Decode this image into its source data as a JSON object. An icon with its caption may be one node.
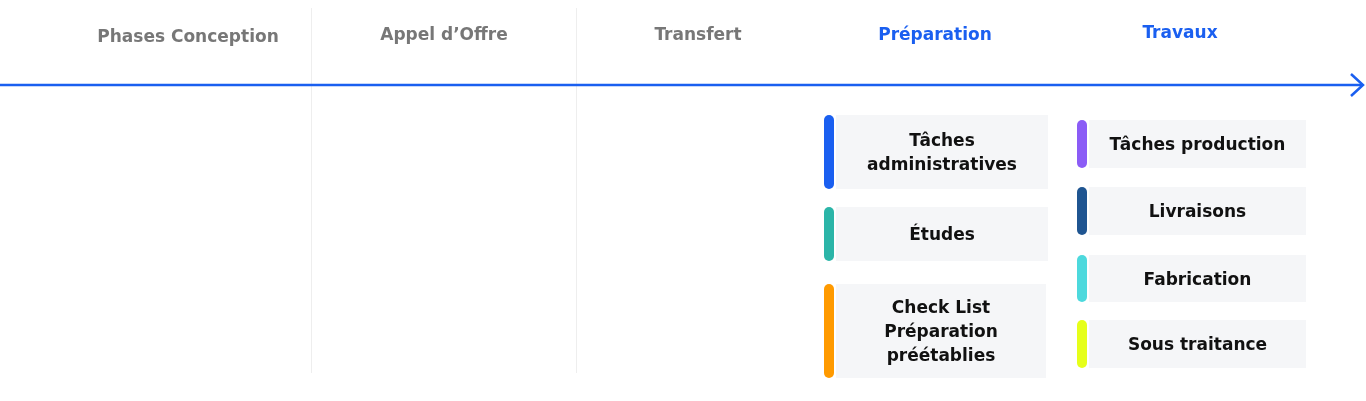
{
  "diagram": {
    "nodes": [
      {
        "text": [
          "Tâches administratives"
        ]
      },
      {
        "text": [
          "Études"
        ]
      },
      {
        "text": [
          "Check List Préparation préétablies"
        ]
      },
      {
        "text": [
          "Tâches production"
        ]
      },
      {
        "text": [
          "Livraisons"
        ]
      },
      {
        "text": [
          "Fabrication"
        ]
      },
      {
        "text": [
          "Sous traitance"
        ]
      }
    ],
    "edges": [],
    "labels": [
      "Phases Conception",
      "Appel d’Offre",
      "Transfert",
      "Préparation",
      "Travaux"
    ]
  }
}
